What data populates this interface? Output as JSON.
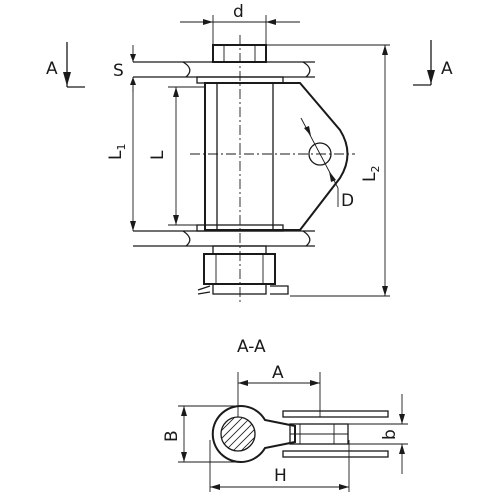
{
  "labels": {
    "view_left": "A",
    "view_right": "A",
    "dim_d": "d",
    "dim_s": "S",
    "dim_l1_main": "L",
    "dim_l1_sub": "1",
    "dim_l": "L",
    "dim_l2_main": "L",
    "dim_l2_sub": "2",
    "dim_D": "D",
    "section_title": "A-A",
    "dim_A": "A",
    "dim_B": "B",
    "dim_H": "H",
    "dim_b": "b"
  }
}
